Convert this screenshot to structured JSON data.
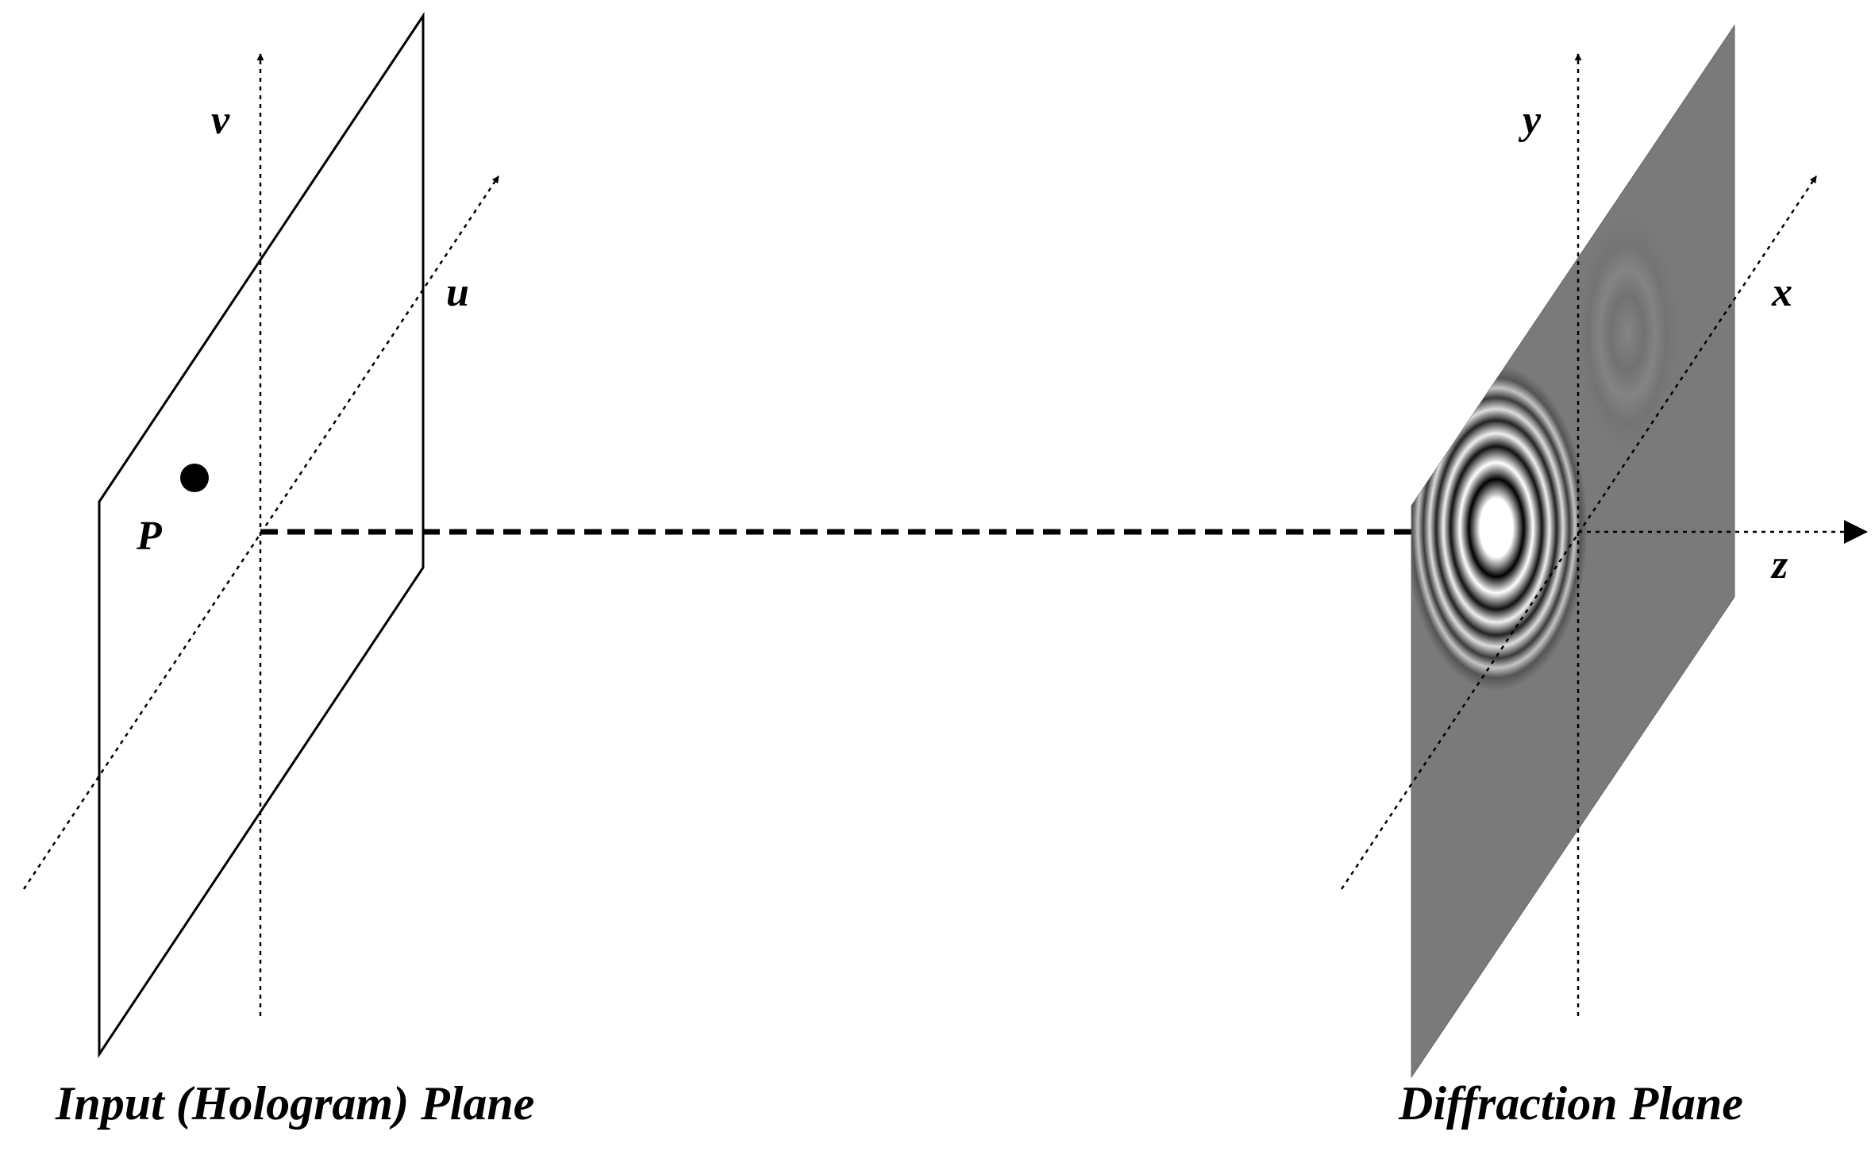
{
  "labels": {
    "input_v": "v",
    "input_u": "u",
    "point": "P",
    "diff_y": "y",
    "diff_x": "x",
    "diff_z": "z",
    "input_title": "Input (Hologram) Plane",
    "diffraction_title": "Diffraction Plane"
  },
  "colors": {
    "line": "#000000",
    "diffraction_plane_fill": "#7a7a7a",
    "background": "#ffffff"
  }
}
